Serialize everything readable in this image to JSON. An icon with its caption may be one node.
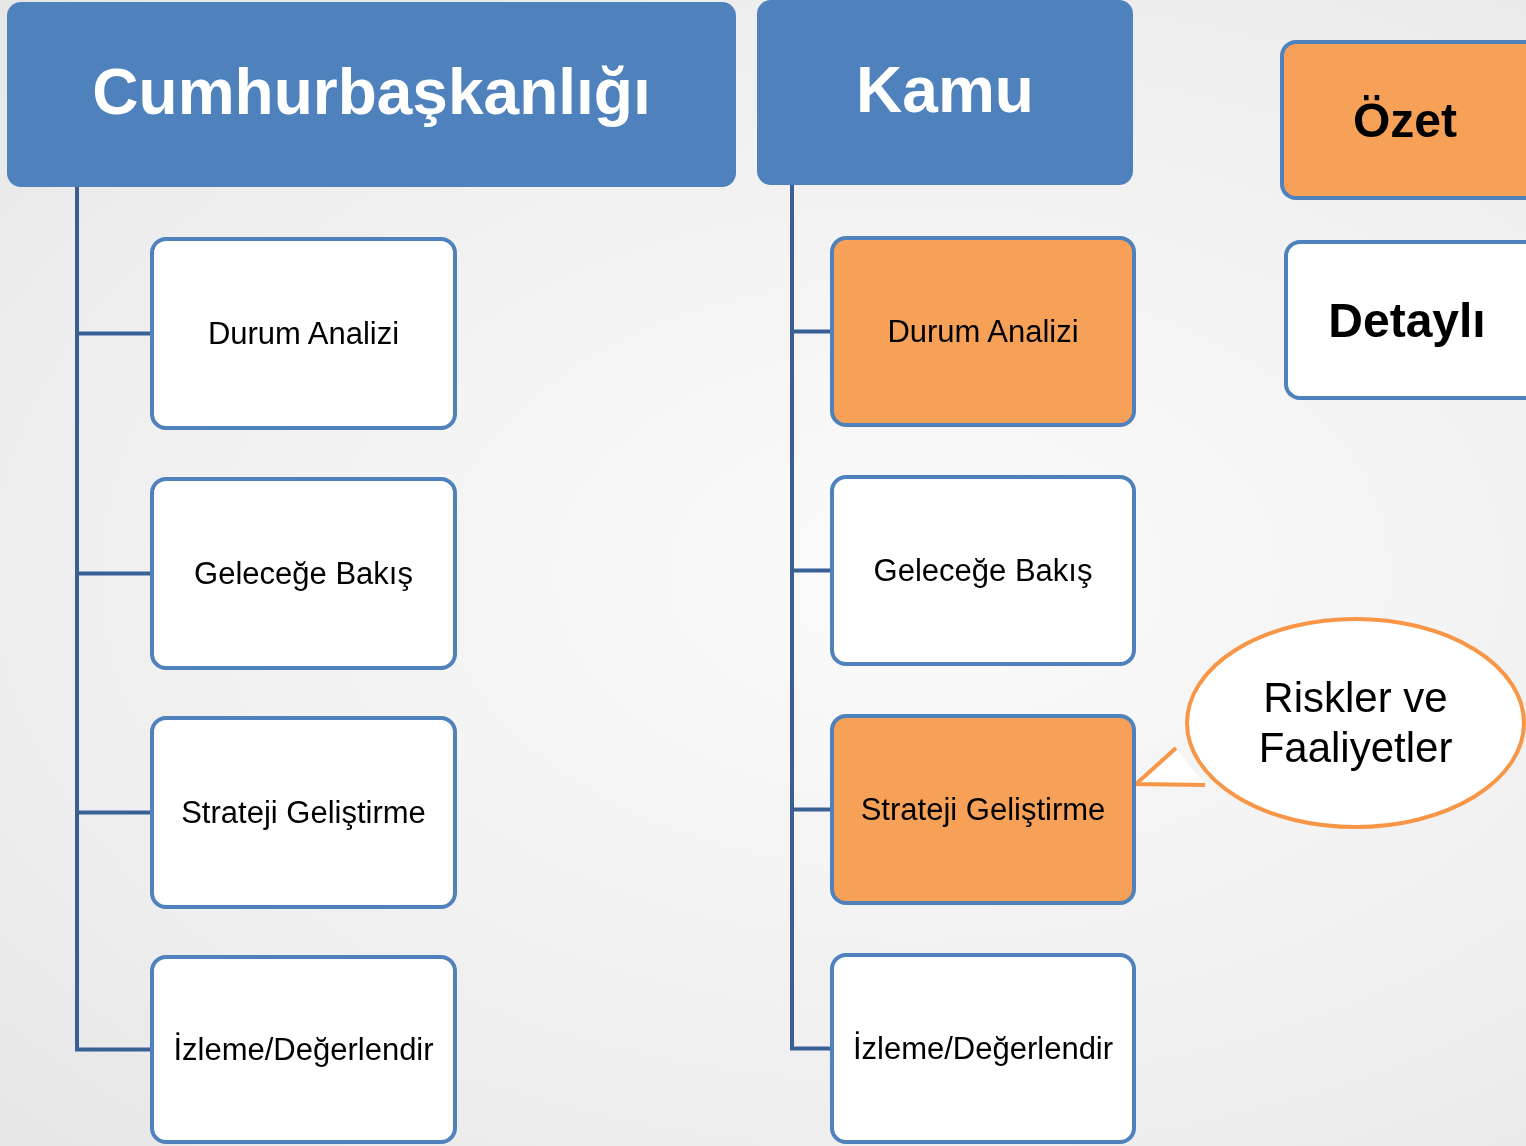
{
  "diagram": {
    "nodes": [
      {
        "text": [
          "Cumhurbaşkanlığı"
        ]
      },
      {
        "text": [
          "Durum Analizi"
        ]
      },
      {
        "text": [
          "Geleceğe Bakış"
        ]
      },
      {
        "text": [
          "Strateji Geliştirme"
        ]
      },
      {
        "text": [
          "İzleme/Değerlendir"
        ]
      },
      {
        "text": [
          "Kamu"
        ]
      },
      {
        "text": [
          "Durum Analizi"
        ]
      },
      {
        "text": [
          "Geleceğe Bakış"
        ]
      },
      {
        "text": [
          "Strateji Geliştirme"
        ]
      },
      {
        "text": [
          "İzleme/Değerlendir"
        ]
      },
      {
        "text": [
          "Özet"
        ]
      },
      {
        "text": [
          "Detaylı"
        ]
      },
      {
        "text": [
          "Riskler ve Faaliyetler"
        ]
      }
    ],
    "edges": [
      {
        "from": 0,
        "to": 1,
        "arrow": "none"
      },
      {
        "from": 0,
        "to": 2,
        "arrow": "none"
      },
      {
        "from": 0,
        "to": 3,
        "arrow": "none"
      },
      {
        "from": 0,
        "to": 4,
        "arrow": "none"
      },
      {
        "from": 5,
        "to": 6,
        "arrow": "none"
      },
      {
        "from": 5,
        "to": 7,
        "arrow": "none"
      },
      {
        "from": 5,
        "to": 8,
        "arrow": "none"
      },
      {
        "from": 5,
        "to": 9,
        "arrow": "none"
      },
      {
        "from": 12,
        "to": 8,
        "arrow": "none",
        "color": "#f79646"
      }
    ]
  }
}
